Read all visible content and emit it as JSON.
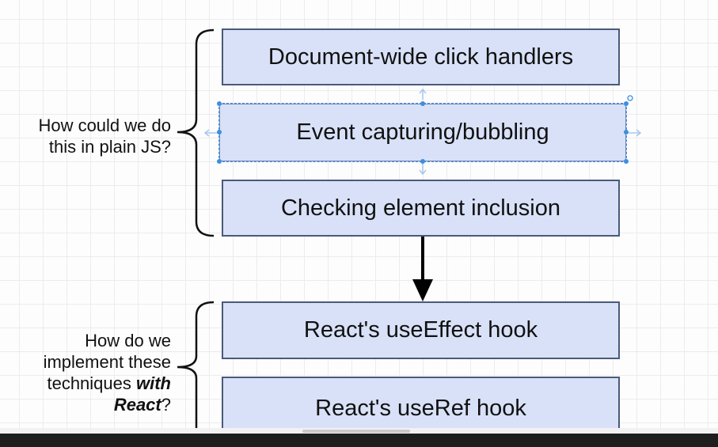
{
  "diagram": {
    "top_boxes": [
      "Document-wide click handlers",
      "Event capturing/bubbling",
      "Checking element inclusion"
    ],
    "bottom_boxes": [
      "React's useEffect hook",
      "React's useRef hook"
    ],
    "top_label": {
      "line1": "How could we do",
      "line2": "this in plain JS?"
    },
    "bottom_label": {
      "line1": "How do we",
      "line2": "implement these",
      "line3_prefix": "techniques ",
      "line3_bold": "with",
      "line4_bold": "React",
      "line4_suffix": "?"
    },
    "colors": {
      "box_fill": "#d8e1f7",
      "box_border": "#4b5a7a",
      "selection": "#3e8ee0",
      "arrow": "#000000"
    }
  }
}
